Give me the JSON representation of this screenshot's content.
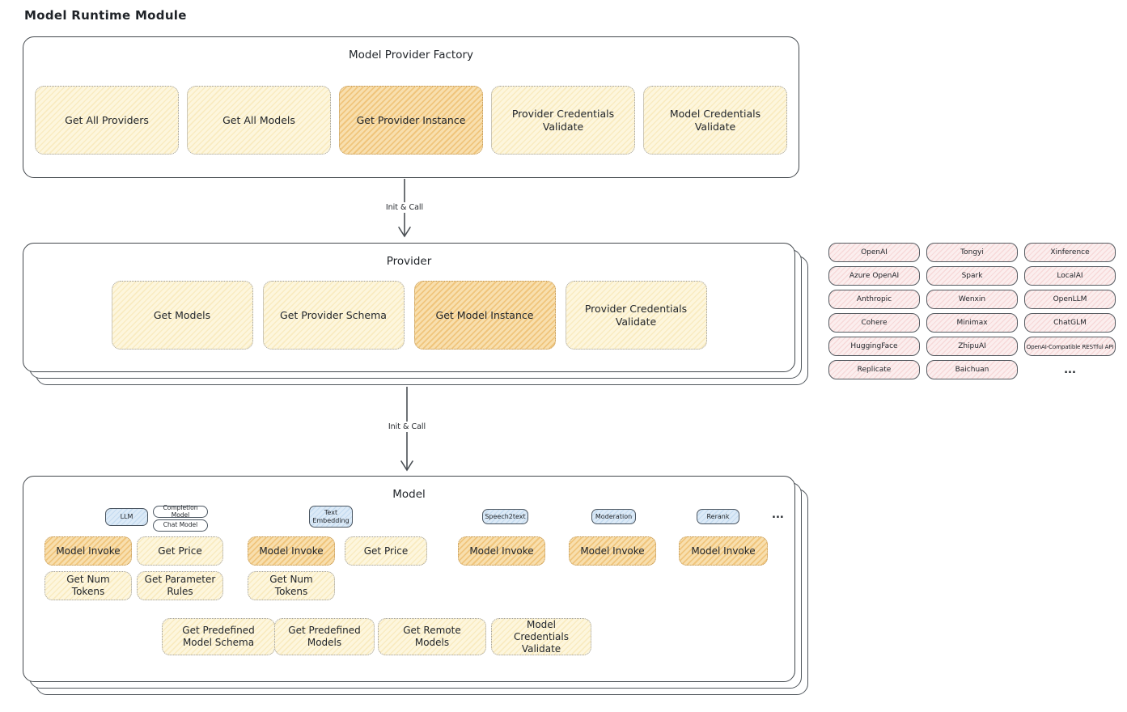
{
  "title": "Model Runtime Module",
  "colors": {
    "node_yellow": "#fdf6dd",
    "node_highlight": "#f8dfae",
    "provider_pink": "#fbeeee",
    "tag_blue": "#dceaf7",
    "outline": "#43484d"
  },
  "factory": {
    "title": "Model Provider Factory",
    "buttons": [
      {
        "label": "Get All Providers",
        "highlighted": false
      },
      {
        "label": "Get All Models",
        "highlighted": false
      },
      {
        "label": "Get Provider Instance",
        "highlighted": true
      },
      {
        "label": "Provider Credentials Validate",
        "highlighted": false
      },
      {
        "label": "Model Credentials Validate",
        "highlighted": false
      }
    ]
  },
  "connections": [
    {
      "label": "Init & Call"
    },
    {
      "label": "Init & Call"
    }
  ],
  "provider": {
    "title": "Provider",
    "buttons": [
      {
        "label": "Get Models",
        "highlighted": false
      },
      {
        "label": "Get Provider Schema",
        "highlighted": false
      },
      {
        "label": "Get Model Instance",
        "highlighted": true
      },
      {
        "label": "Provider Credentials Validate",
        "highlighted": false
      }
    ]
  },
  "provider_list": {
    "items": [
      "OpenAI",
      "Tongyi",
      "Xinference",
      "Azure OpenAI",
      "Spark",
      "LocalAI",
      "Anthropic",
      "Wenxin",
      "OpenLLM",
      "Cohere",
      "Minimax",
      "ChatGLM",
      "HuggingFace",
      "ZhipuAI",
      "OpenAI-Compatible RESTful API",
      "Replicate",
      "Baichuan"
    ],
    "more": "..."
  },
  "model": {
    "title": "Model",
    "tags": {
      "llm": "LLM",
      "completion": "Completion Model",
      "chat": "Chat Model",
      "text_embedding": "Text Embedding",
      "speech2text": "Speech2text",
      "moderation": "Moderation",
      "rerank": "Rerank",
      "more": "..."
    },
    "actions": {
      "llm": {
        "invoke": "Model Invoke",
        "get_price": "Get Price",
        "get_num_tokens": "Get Num Tokens",
        "get_parameter_rules": "Get Parameter Rules"
      },
      "text_embedding": {
        "invoke": "Model Invoke",
        "get_price": "Get Price",
        "get_num_tokens": "Get Num Tokens"
      },
      "speech2text": {
        "invoke": "Model Invoke"
      },
      "moderation": {
        "invoke": "Model Invoke"
      },
      "rerank": {
        "invoke": "Model Invoke"
      }
    },
    "shared_actions": [
      {
        "label": "Get Predefined Model Schema"
      },
      {
        "label": "Get Predefined Models"
      },
      {
        "label": "Get Remote Models"
      },
      {
        "label": "Model Credentials Validate"
      }
    ]
  }
}
